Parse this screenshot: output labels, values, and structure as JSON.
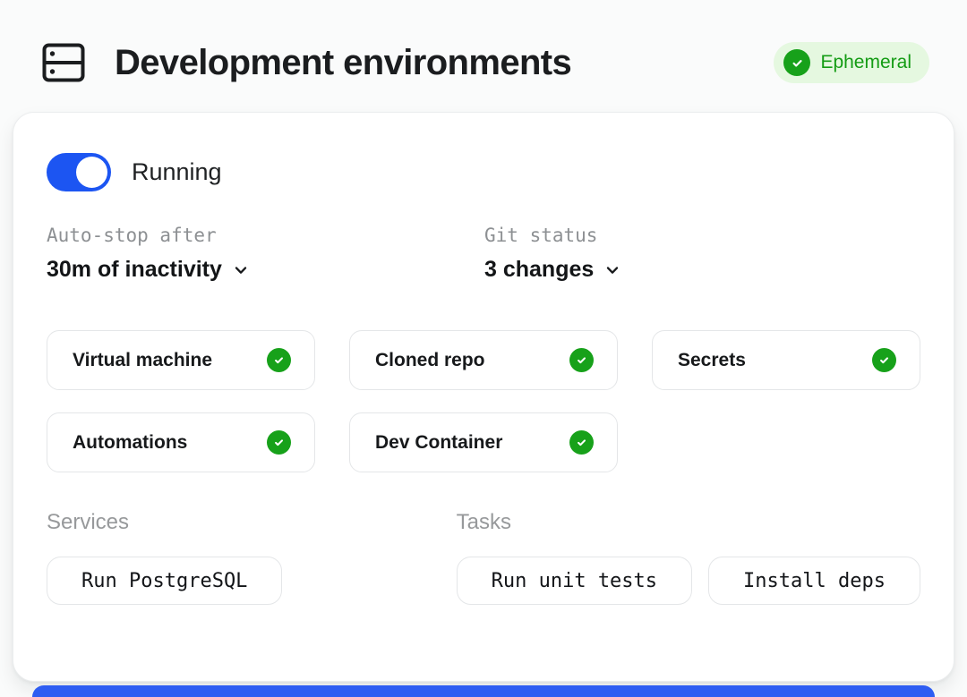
{
  "colors": {
    "accent_blue": "#1C55F2",
    "success_green": "#17A11A",
    "badge_background": "#E5F8E0",
    "badge_text": "#149C14",
    "title_text": "#1B1D1F",
    "muted_label": "#8D9093"
  },
  "header": {
    "title": "Development environments",
    "icon": "server-icon",
    "badge": {
      "label": "Ephemeral",
      "icon": "check-circle-icon"
    }
  },
  "card": {
    "toggle": {
      "label": "Running",
      "state": "on"
    },
    "dropdowns": [
      {
        "label": "Auto-stop after",
        "value": "30m of inactivity"
      },
      {
        "label": "Git status",
        "value": "3 changes"
      }
    ],
    "features": [
      {
        "label": "Virtual machine",
        "status": "ready"
      },
      {
        "label": "Cloned repo",
        "status": "ready"
      },
      {
        "label": "Secrets",
        "status": "ready"
      },
      {
        "label": "Automations",
        "status": "ready"
      },
      {
        "label": "Dev Container",
        "status": "ready"
      }
    ],
    "services": {
      "label": "Services",
      "buttons": [
        "Run PostgreSQL"
      ]
    },
    "tasks": {
      "label": "Tasks",
      "buttons": [
        "Run unit tests",
        "Install deps"
      ]
    }
  }
}
